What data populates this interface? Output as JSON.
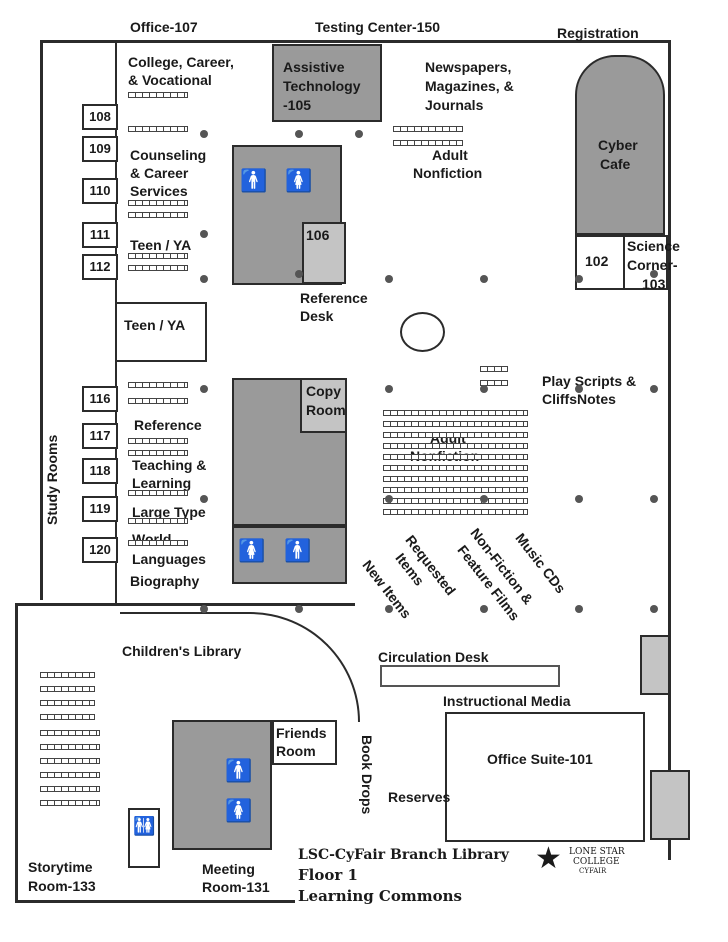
{
  "top": {
    "office": "Office-107",
    "testing": "Testing Center-150",
    "registration": "Registration"
  },
  "areas": {
    "college_career_1": "College, Career,",
    "college_career_2": "& Vocational",
    "assistive_1": "Assistive",
    "assistive_2": "Technology",
    "assistive_3": "-105",
    "newspapers_1": "Newspapers,",
    "newspapers_2": "Magazines, &",
    "newspapers_3": "Journals",
    "cyber_1": "Cyber",
    "cyber_2": "Cafe",
    "counseling_1": "Counseling",
    "counseling_2": "& Career",
    "counseling_3": "Services",
    "adult_nonfiction_top_1": "Adult",
    "adult_nonfiction_top_2": "Nonfiction",
    "teen_ya_upper": "Teen / YA",
    "room_106": "106",
    "room_102": "102",
    "science_1": "Science",
    "science_2": "Corner-",
    "science_3": "103",
    "reference_desk_1": "Reference",
    "reference_desk_2": "Desk",
    "teen_ya_lower": "Teen / YA",
    "copy_1": "Copy",
    "copy_2": "Room",
    "play_scripts_1": "Play Scripts &",
    "play_scripts_2": "CliffsNotes",
    "reference": "Reference",
    "adult_nonfiction_mid_1": "Adult",
    "adult_nonfiction_mid_2": "Nonfiction",
    "teaching_1": "Teaching &",
    "teaching_2": "Learning",
    "large_type": "Large Type",
    "world_1": "World",
    "world_2": "Languages",
    "biography": "Biography",
    "new_items": "New Items",
    "requested_1": "Requested",
    "requested_2": "Items",
    "nonfiction_films_1": "Non-Fiction &",
    "nonfiction_films_2": "Feature Films",
    "music_cds": "Music CDs",
    "childrens_library": "Children's Library",
    "circulation_desk": "Circulation Desk",
    "instructional_media": "Instructional Media",
    "friends_1": "Friends",
    "friends_2": "Room",
    "book_drops": "Book Drops",
    "office_suite": "Office Suite-101",
    "reserves": "Reserves",
    "storytime_1": "Storytime",
    "storytime_2": "Room-133",
    "meeting_1": "Meeting",
    "meeting_2": "Room-131",
    "study_rooms": "Study Rooms"
  },
  "study_rooms": [
    "108",
    "109",
    "110",
    "111",
    "112",
    "116",
    "117",
    "118",
    "119",
    "120"
  ],
  "footer": {
    "title": "LSC-CyFair Branch Library",
    "floor": "Floor 1",
    "commons": "Learning Commons",
    "logo_line_1": "LONE STAR",
    "logo_line_2": "COLLEGE",
    "logo_line_3": "CYFAIR"
  }
}
